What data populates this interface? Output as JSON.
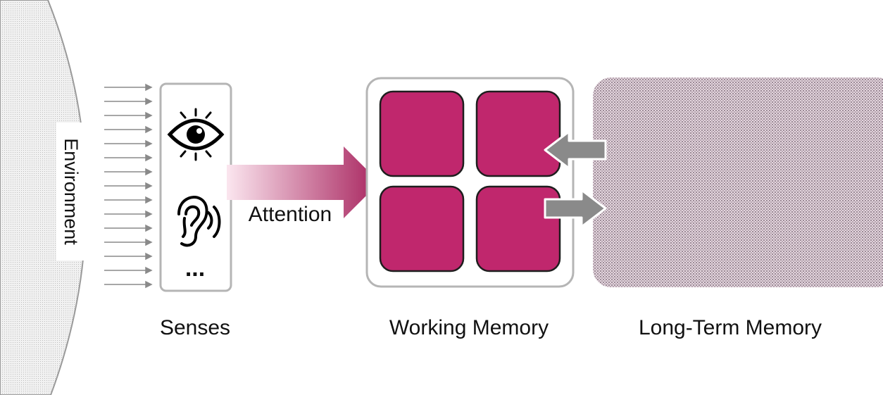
{
  "labels": {
    "environment": "Environment",
    "senses": "Senses",
    "attention": "Attention",
    "working_memory": "Working Memory",
    "long_term_memory": "Long-Term Memory",
    "more_senses": "..."
  },
  "icons": {
    "vision": "eye-icon",
    "hearing": "ear-icon"
  },
  "colors": {
    "memory_cell": "#c0276d",
    "arrow_gray": "#8a8a8a",
    "box_border": "#b5b5b5",
    "attention_start": "#fbe6ef",
    "attention_end": "#a8255f"
  }
}
